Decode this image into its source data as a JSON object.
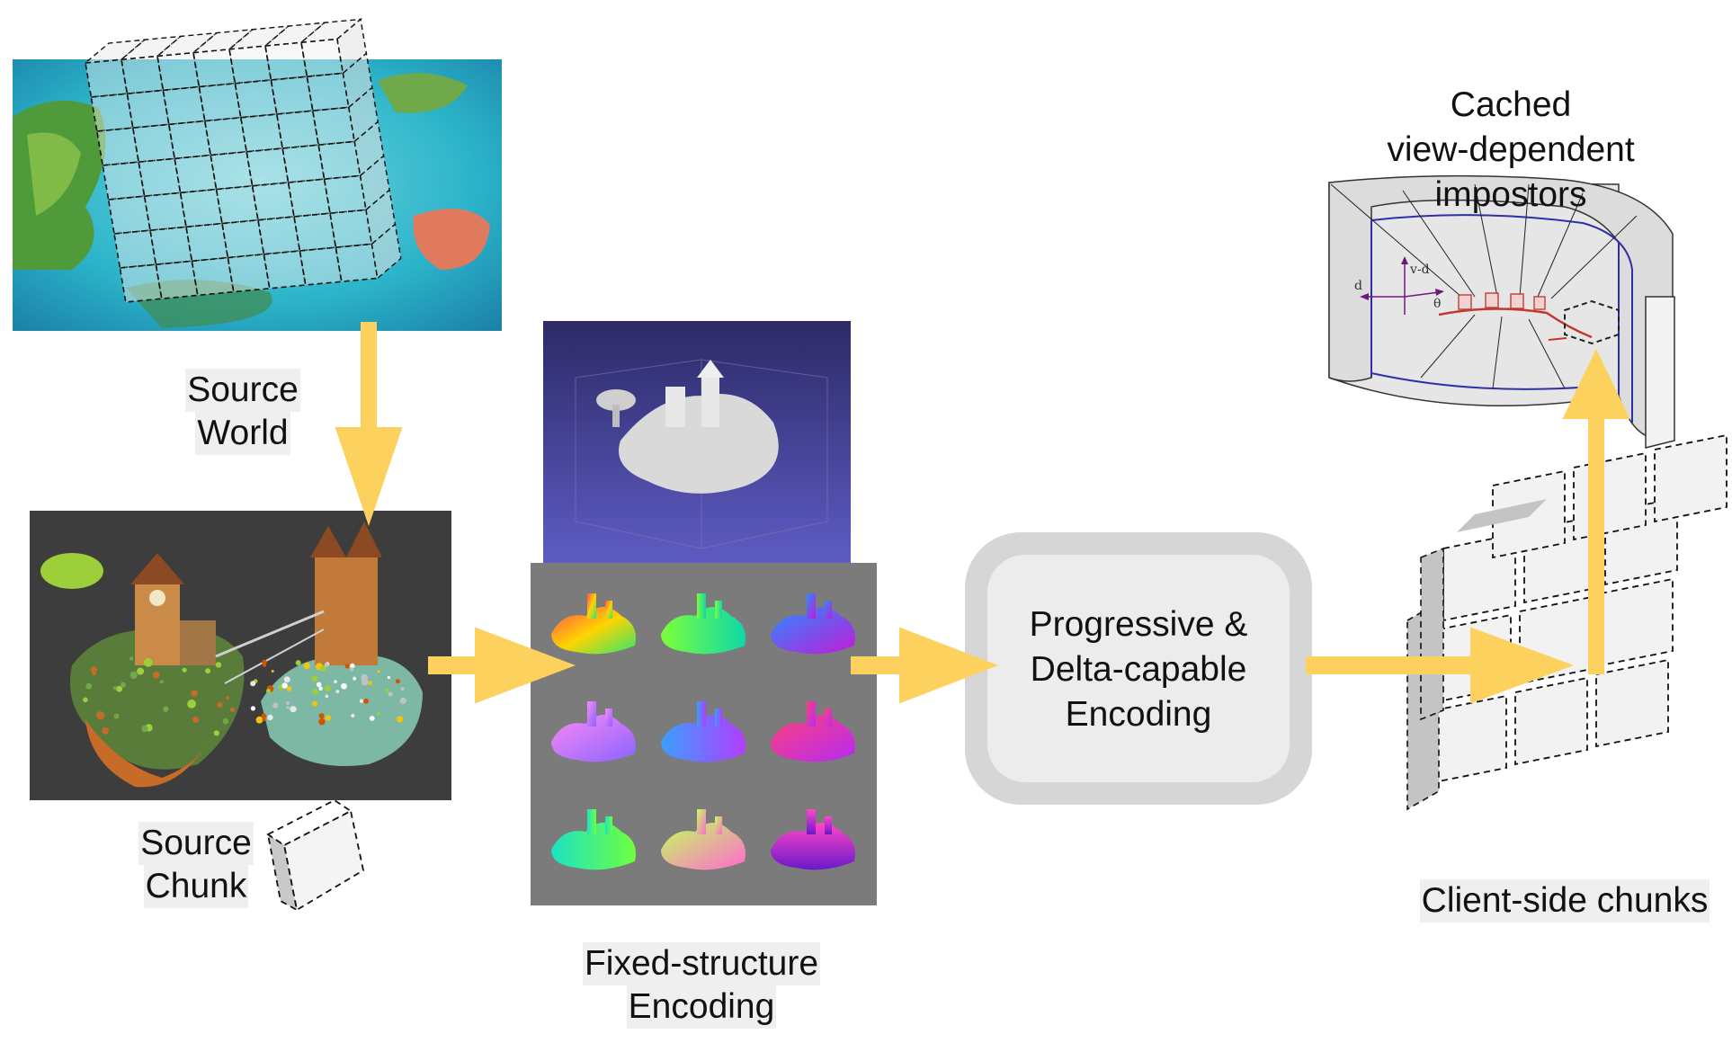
{
  "labels": {
    "source_world": [
      "Source",
      "World"
    ],
    "source_chunk": [
      "Source",
      "Chunk"
    ],
    "fixed_structure": [
      "Fixed-structure",
      "Encoding"
    ],
    "progressive": [
      "Progressive &",
      "Delta-capable",
      "Encoding"
    ],
    "client_chunks": "Client-side chunks",
    "cached": [
      "Cached",
      "view-dependent",
      "impostors"
    ]
  },
  "impostor_axis_labels": {
    "vd": "v-d",
    "d": "d",
    "theta": "θ"
  },
  "colors": {
    "arrow": "#fcd15e",
    "ocean": "#2bb3c9",
    "scene_bg": "#3d3d3d",
    "render_bg": "#5a57b3",
    "atlas_bg": "#7b7b7b",
    "box_outer": "#d6d6d6",
    "box_inner": "#ececec",
    "impostor_blue": "#2f2fa8",
    "impostor_red": "#c0392b"
  }
}
